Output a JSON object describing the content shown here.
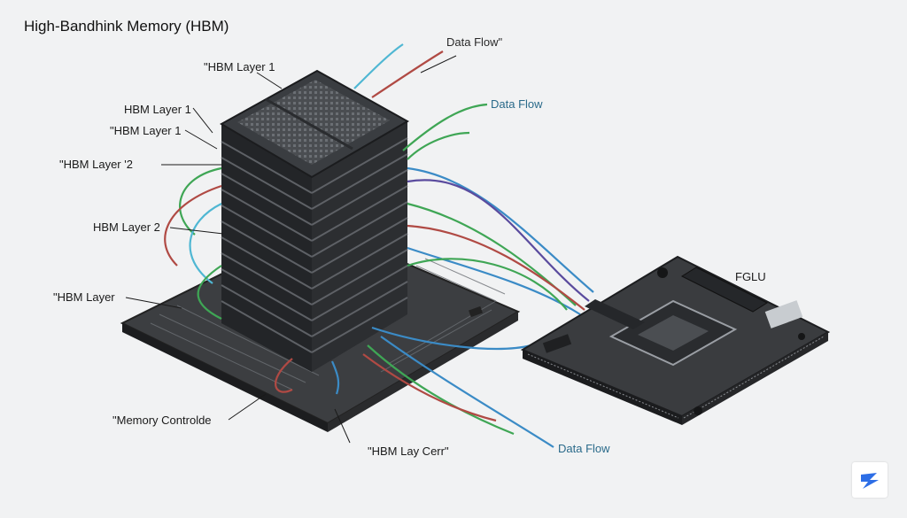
{
  "title": "High-Bandhink Memory (HBM)",
  "labels": {
    "hbm_layer_top": "\"HBM Layer 1",
    "hbm_layer_1a": "HBM Layer 1",
    "hbm_layer_1b": "\"HBM Layer 1",
    "hbm_layer_2a": "\"HBM Layer '2",
    "hbm_layer_2b": "HBM Layer 2",
    "hbm_layer": "\"HBM Layer",
    "memory_controller": "\"Memory Controlde",
    "hbm_lay_cerr": "\"HBM Lay Cerr\"",
    "gpu": "FGLU"
  },
  "flows": {
    "top": "Data Flow\"",
    "mid": "Data Flow",
    "bottom": "Data Flow"
  },
  "colors": {
    "background": "#f1f2f3",
    "chip": "#2f3134",
    "board": "#3a3c3f",
    "wire_blue": "#3b8bc6",
    "wire_green": "#3fa655",
    "wire_red": "#b04a44",
    "wire_purple": "#5a4b9e",
    "wire_cyan": "#4fb7d3"
  }
}
